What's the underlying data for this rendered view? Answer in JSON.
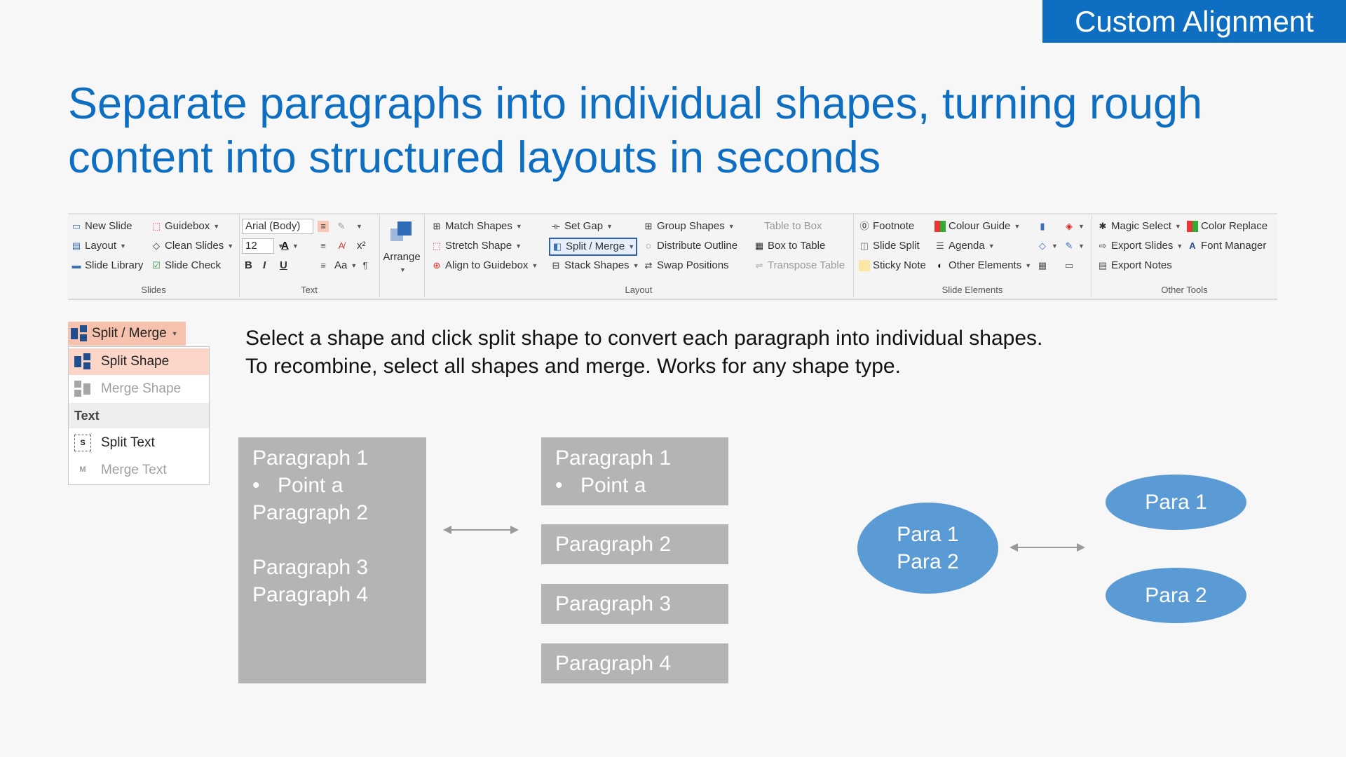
{
  "header_tag": "Custom Alignment",
  "title": {
    "line1": "Separate paragraphs into individual shapes, turning rough",
    "line2": "content into structured layouts in seconds"
  },
  "ribbon": {
    "slides": {
      "label": "Slides",
      "new_slide": "New Slide",
      "layout": "Layout",
      "slide_library": "Slide Library",
      "guidebox": "Guidebox",
      "clean_slides": "Clean Slides",
      "slide_check": "Slide Check"
    },
    "text": {
      "label": "Text",
      "font_name": "Arial (Body)",
      "font_size": "12",
      "bold": "B",
      "italic": "I",
      "underline": "U",
      "font_color": "A",
      "superscript": "x²",
      "case": "Aa"
    },
    "arrange": {
      "label": "Arrange"
    },
    "layout": {
      "label": "Layout",
      "match_shapes": "Match Shapes",
      "stretch_shape": "Stretch Shape",
      "align_to_guidebox": "Align to Guidebox",
      "set_gap": "Set Gap",
      "split_merge": "Split / Merge",
      "stack_shapes": "Stack Shapes",
      "group_shapes": "Group Shapes",
      "distribute_outline": "Distribute Outline",
      "swap_positions": "Swap Positions",
      "table_to_box": "Table to Box",
      "box_to_table": "Box to Table",
      "transpose_table": "Transpose Table"
    },
    "slide_elements": {
      "label": "Slide Elements",
      "footnote": "Footnote",
      "slide_split": "Slide Split",
      "sticky_note": "Sticky Note",
      "colour_guide": "Colour Guide",
      "agenda": "Agenda",
      "other_elements": "Other Elements"
    },
    "other_tools": {
      "label": "Other Tools",
      "magic_select": "Magic Select",
      "export_slides": "Export Slides",
      "export_notes": "Export Notes",
      "color_replace": "Color Replace",
      "font_manager": "Font Manager"
    }
  },
  "split_menu": {
    "button": "Split / Merge",
    "items": [
      {
        "label": "Split Shape",
        "state": "highlighted"
      },
      {
        "label": "Merge Shape",
        "state": "disabled"
      },
      {
        "label": "Text",
        "state": "header"
      },
      {
        "label": "Split Text",
        "state": "normal"
      },
      {
        "label": "Merge Text",
        "state": "disabled"
      }
    ]
  },
  "description": {
    "line1": "Select a shape and click split shape to convert each paragraph into individual shapes.",
    "line2": "To recombine, select all shapes and merge. Works for any shape type."
  },
  "example_rect": {
    "merged": {
      "p1": "Paragraph 1",
      "bullet": "Point a",
      "p2": "Paragraph 2",
      "p3": "Paragraph 3",
      "p4": "Paragraph 4"
    },
    "split": [
      {
        "line1": "Paragraph 1",
        "bullet": "Point a"
      },
      {
        "line1": "Paragraph 2"
      },
      {
        "line1": "Paragraph 3"
      },
      {
        "line1": "Paragraph 4"
      }
    ]
  },
  "example_ellipse": {
    "merged": {
      "line1": "Para 1",
      "line2": "Para 2"
    },
    "split": [
      "Para 1",
      "Para 2"
    ]
  },
  "colors": {
    "accent": "#0e6ec1",
    "box_gray": "#b4b4b4",
    "ellipse_blue": "#5b9bd5",
    "menu_highlight": "#fbd5c8"
  }
}
